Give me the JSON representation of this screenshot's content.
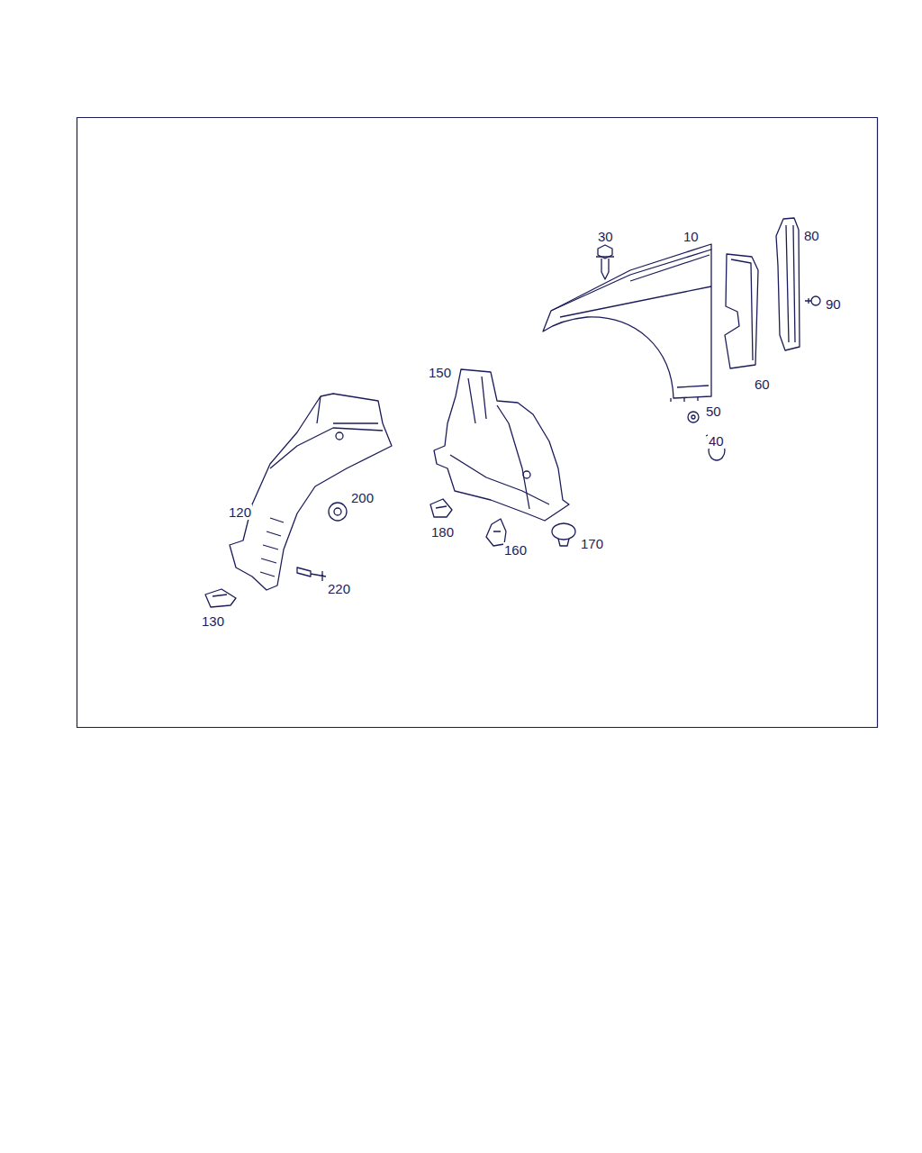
{
  "diagram": {
    "labels": [
      "30",
      "10",
      "80",
      "90",
      "60",
      "50",
      "40",
      "150",
      "200",
      "120",
      "180",
      "160",
      "170",
      "220",
      "130"
    ]
  }
}
